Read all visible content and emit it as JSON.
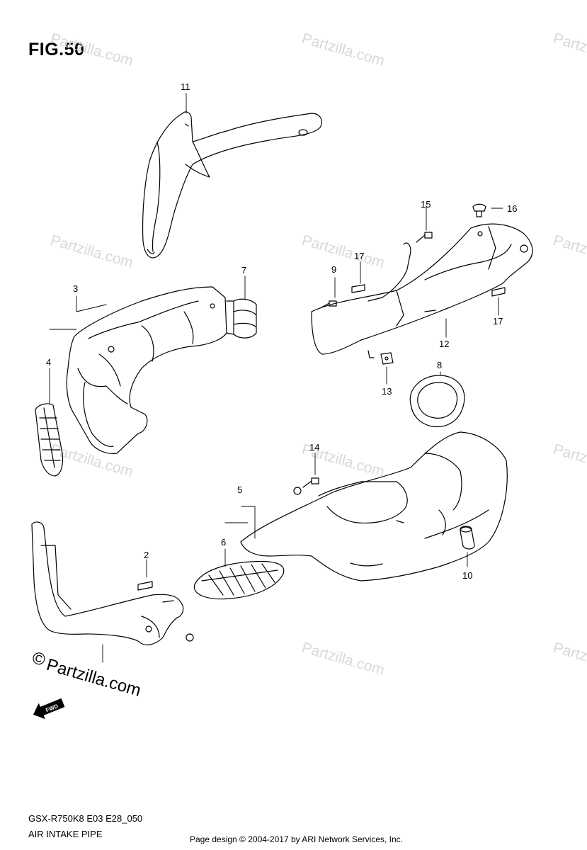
{
  "figure": {
    "title": "FIG.50"
  },
  "callouts": {
    "p1": "11",
    "p2": "7",
    "p3": "3",
    "p4": "4",
    "p5": "15",
    "p6": "16",
    "p7": "17",
    "p8": "9",
    "p9": "17",
    "p10": "12",
    "p11": "13",
    "p12": "8",
    "p13": "14",
    "p14": "5",
    "p15": "6",
    "p16": "2",
    "p17": "10"
  },
  "watermark": {
    "text": "Partzilla.com",
    "symbol": "©"
  },
  "forward_marker": {
    "label": "FWD",
    "icon": "arrow-forward-icon"
  },
  "footer": {
    "model_code": "GSX-R750K8 E03 E28_050",
    "section_name": "AIR INTAKE PIPE",
    "copyright": "Page design © 2004-2017 by ARI Network Services, Inc."
  }
}
